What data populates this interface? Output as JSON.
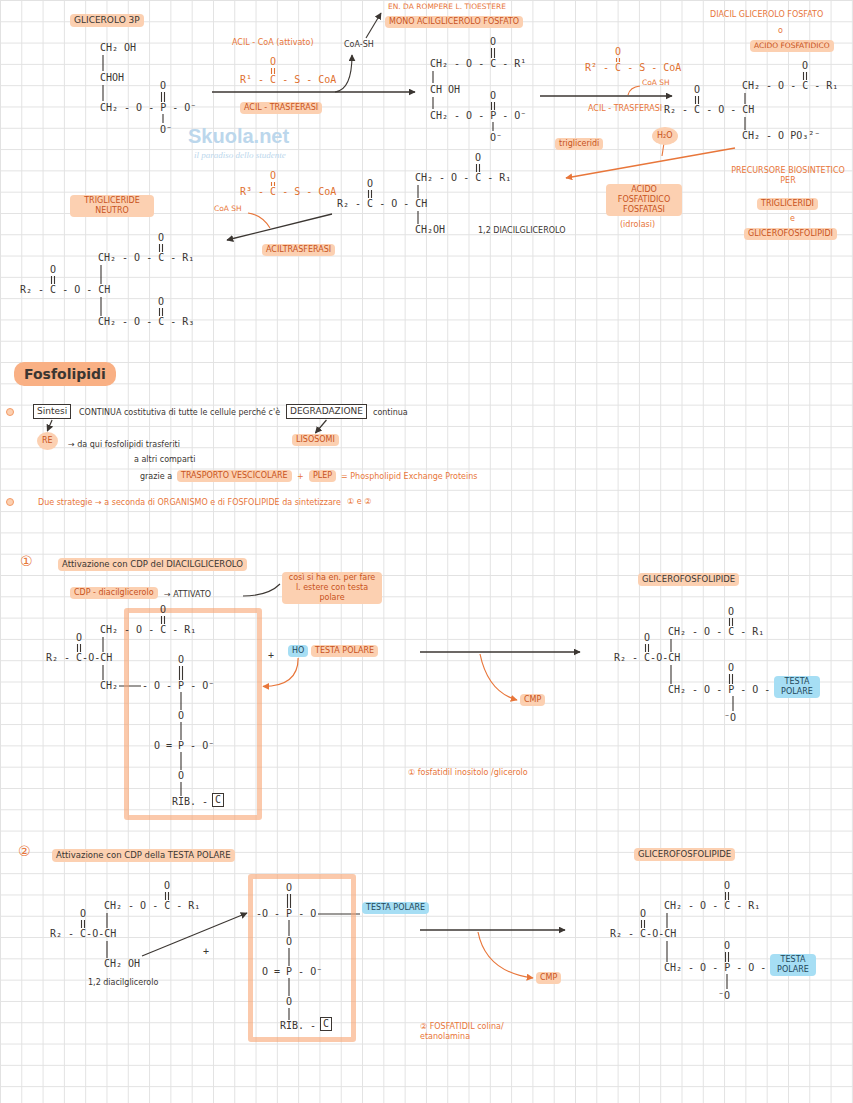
{
  "diagram": {
    "nodes": [
      {
        "text": [
          "GLICEROLO 3P"
        ]
      },
      {
        "text": [
          "MONO ACILGLICEROLO FOSFATO"
        ]
      },
      {
        "text": [
          "ACIDO FOSFATIDICO"
        ]
      },
      {
        "text": [
          "ACIL - TRASFERASI"
        ]
      },
      {
        "text": [
          "trigliceridi"
        ]
      },
      {
        "text": [
          "H₂O"
        ]
      },
      {
        "text": [
          "ACIDO FOSFATIDICO FOSFATASI"
        ]
      },
      {
        "text": [
          "TRIGLICERIDI"
        ]
      },
      {
        "text": [
          "GLICEROFOSFOLIPIDI"
        ]
      },
      {
        "text": [
          "ACILTRASFERASI"
        ]
      },
      {
        "text": [
          "TRIGLICERIDE NEUTRO"
        ]
      },
      {
        "text": [
          "Fosfolipidi"
        ]
      },
      {
        "text": [
          "Sintesi"
        ]
      },
      {
        "text": [
          "DEGRADAZIONE"
        ]
      },
      {
        "text": [
          "RE"
        ]
      },
      {
        "text": [
          "LISOSOMI"
        ]
      },
      {
        "text": [
          "TRASPORTO VESCICOLARE"
        ]
      },
      {
        "text": [
          "PLEP"
        ]
      },
      {
        "text": [
          "Attivazione con CDP del DIACILGLICEROLO"
        ]
      },
      {
        "text": [
          "CDP - diacilglicerolo"
        ]
      },
      {
        "text": [
          "così si ha en. per fare l. estere con testa polare"
        ]
      },
      {
        "text": [
          "GLICEROFOSFOLIPIDE"
        ]
      },
      {
        "text": [
          "O",
          "- O - P - O⁻",
          "O",
          "O = P - O⁻",
          "O",
          "RIB. -"
        ]
      },
      {
        "text": [
          "C"
        ],
        "in": 22
      },
      {
        "text": [
          "HO"
        ]
      },
      {
        "text": [
          "TESTA POLARE"
        ]
      },
      {
        "text": [
          "CMP"
        ]
      },
      {
        "text": [
          "TESTA POLARE"
        ]
      },
      {
        "text": [
          "Attivazione con CDP della TESTA POLARE"
        ]
      },
      {
        "text": [
          "GLICEROFOSFOLIPIDE"
        ]
      },
      {
        "text": [
          "O",
          "-O - P - O",
          "O",
          "O = P - O⁻",
          "O",
          "RIB. -"
        ]
      },
      {
        "text": [
          "C"
        ],
        "in": 30
      },
      {
        "text": [
          "TESTA POLARE"
        ]
      },
      {
        "text": [
          "CMP"
        ]
      },
      {
        "text": [
          "TESTA POLARE"
        ]
      }
    ],
    "edges": [
      {
        "from": 12,
        "to": 14,
        "arrow": "to"
      },
      {
        "from": 13,
        "to": 15,
        "arrow": "to"
      },
      {
        "from": 24,
        "to": 22,
        "arrow": "to"
      }
    ],
    "labels": [
      "EN. DA ROMPERE L. TIOESTERE",
      "CH₂ OH",
      "CHOH",
      "CH₂ - O - P - O⁻",
      "O",
      "O⁻",
      "ACIL - CoA (attivato)",
      "O",
      "R¹ - C - S - CoA",
      "CoA-SH",
      "O",
      "CH₂ - O - C - R¹",
      "CH OH",
      "O",
      "CH₂ - O - P - O⁻",
      "O⁻",
      "O",
      "R² - C - S - CoA",
      "CoA SH",
      "ACIL - TRASFERASI",
      "DIACIL GLICEROLO FOSFATO",
      "o",
      "O",
      "CH₂ - O - C - R₁",
      "O",
      "R₂ - C - O - CH",
      "CH₂ - O PO₃²⁻",
      "(idrolasi)",
      "PRECURSORE BIOSINTETICO PER",
      "e",
      "O",
      "CH₂ - O - C - R₁",
      "O",
      "R₂ - C - O - CH",
      "CH₂OH",
      "1,2 DIACILGLICEROLO",
      "O",
      "R³ - C - S - CoA",
      "CoA SH",
      "O",
      "CH₂ - O - C - R₁",
      "O",
      "R₂ - C - O - CH",
      "O",
      "CH₂ - O - C - R₃",
      "Skuola.net",
      "il paradiso dello studente",
      "CONTINUA costitutiva di tutte le cellule perché c'è",
      "continua",
      "→ da qui fosfolipidi trasferiti",
      "a altri comparti",
      "grazie a",
      "+",
      "= Phospholipid Exchange Proteins",
      "Due strategie → a seconda di ORGANISMO e di FOSFOLIPIDE da sintetizzare",
      "① e ②",
      "①",
      "→ ATTIVATO",
      "O",
      "CH₂ - O - C - R₁",
      "O",
      "R₂ - C-O-CH",
      "CH₂",
      "+",
      "O",
      "CH₂ - O - C - R₁",
      "O",
      "R₂ - C-O-CH",
      "O",
      "CH₂ - O - P - O -",
      "⁻O",
      "① fosfatidil inositolo /glicerolo",
      "②",
      "O",
      "CH₂ - O - C - R₁",
      "O",
      "R₂ - C-O-CH",
      "CH₂ OH",
      "1,2 diacilglicerolo",
      "+",
      "O",
      "CH₂ - O - C - R₁",
      "O",
      "R₂ - C-O-CH",
      "O",
      "CH₂ - O - P - O -",
      "⁻O",
      "② FOSFATIDIL colina/ etanolamina"
    ]
  }
}
